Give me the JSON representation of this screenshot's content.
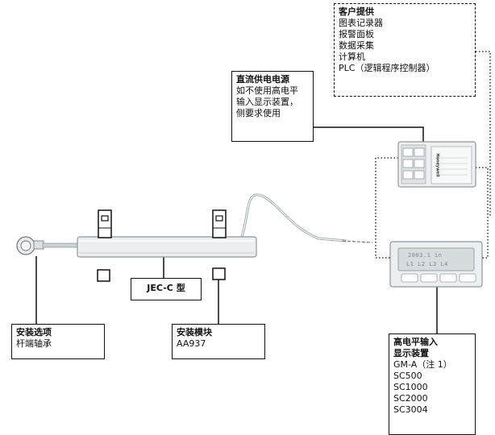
{
  "customer_box": {
    "title": "客户提供",
    "items": [
      "图表记录器",
      "报警面板",
      "数据采集",
      "计算机",
      "PLC（逻辑程序控制器）"
    ]
  },
  "dc_power_box": {
    "title": "直流供电电源",
    "lines": [
      "如不使用高电平",
      "输入显示装置，",
      "侧要求使用"
    ]
  },
  "sensor_label": {
    "text": "JEC-C 型"
  },
  "mount_option_box": {
    "title": "安装选项",
    "lines": [
      "杆端轴承"
    ]
  },
  "mount_module_box": {
    "title": "安装模块",
    "lines": [
      "AA937"
    ]
  },
  "display_box": {
    "title_lines": [
      "高电平输入",
      "显示装置"
    ],
    "items": [
      "GM-A（注 1）",
      "SC500",
      "SC1000",
      "SC2000",
      "SC3004"
    ]
  },
  "display_screen": {
    "line1": "2003.1 in",
    "line2": "L1 L2 L3 L4"
  },
  "module_brand": {
    "text": "Honeywell"
  }
}
